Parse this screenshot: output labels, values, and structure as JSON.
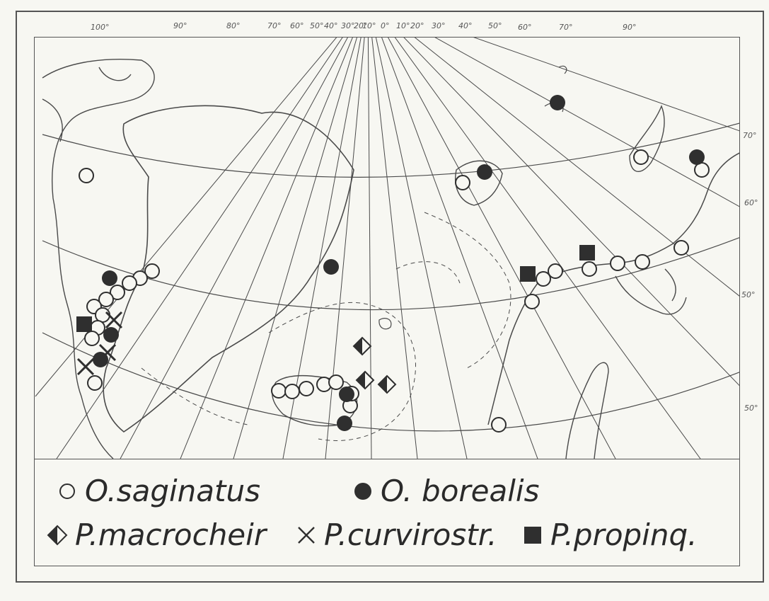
{
  "map": {
    "longitude_labels": [
      "100°",
      "90°",
      "80°",
      "70°",
      "60°",
      "50°",
      "40°",
      "30°",
      "20°",
      "10°",
      "0°",
      "10°",
      "20°",
      "30°",
      "40°",
      "50°",
      "60°",
      "70°",
      "90°"
    ],
    "latitude_labels": [
      "50°",
      "60°",
      "70°",
      "50°"
    ],
    "colors": {
      "ink": "#2f2f2f",
      "paper": "#f7f7f2"
    }
  },
  "legend": {
    "items": [
      {
        "symbol": "open-circle",
        "label": "O.saginatus"
      },
      {
        "symbol": "filled-circle",
        "label": "O. borealis"
      },
      {
        "symbol": "half-diamond",
        "label": "P.macrocheir"
      },
      {
        "symbol": "cross",
        "label": "P.curvirostr."
      },
      {
        "symbol": "filled-square",
        "label": "P.propinq."
      }
    ]
  }
}
